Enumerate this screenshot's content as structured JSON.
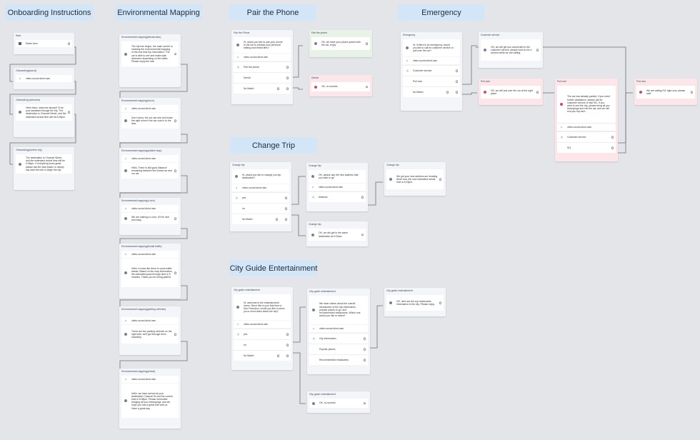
{
  "sections": {
    "onboarding": "Onboarding Instructions",
    "env": "Environmental Mapping",
    "pair": "Pair the Phone",
    "emergency": "Emergency",
    "change": "Change Trip",
    "city": "City Guide Entertainment"
  },
  "onboarding": {
    "start": {
      "title": "Start",
      "text": "Starts here"
    },
    "sound": {
      "title": "Onboarding(sound)",
      "audio": "video-sound-short.wav"
    },
    "welcome": {
      "title": "Onboarding (welcome)",
      "text": "Hello there, welcome aboard! I'll be your assistant through the trip. The destination is Channel Street, and the estimated arrival time will be 6:08pm."
    },
    "confirm": {
      "title": "Onboarding(confirm trip)",
      "text": "The destination is Channel Street, and the estimated arrival time will be 6:08pm. If everything looks great, please tab the start button or simply say start the ride to begin the trip."
    }
  },
  "env": {
    "intro": {
      "title": "Environmental mapping(introduction)",
      "text": "The trip has begun, the main screen is showing the environmental mapping of the real time trip information. The car is able to see and make safe decisions depending on the traffic. Please enjoy the ride."
    },
    "cutin": {
      "title": "Environmental mapping(cut-in)",
      "audio": "video-sound-short.wav",
      "text": "Don't worry, the car can see and make the right move if the car cuts in to the lane."
    },
    "sudden": {
      "title": "Environmental mapping(sudden stop)",
      "audio": "video-sound-short.wav",
      "text": "Hello, There is still good distance remaining between the frontal car and our car."
    },
    "uturn": {
      "title": "Environmental mapping(u-turn)",
      "audio": "video-sound-short.wav",
      "text": "We are making a u-turn, it'll be nice and easy."
    },
    "frontal": {
      "title": "Environmental mapping(frontal traffic)",
      "audio": "video-sound-short.wav",
      "text": "Hello, it looks like there is some traffic ahead. Based on the map information, the estimated pass through time is 5 minutes. Thank you for being patient."
    },
    "parking": {
      "title": "Environmental mapping(parking vehicles)",
      "audio": "video-sound-short.wav",
      "text": "There are two parking vehicles on the right side, we'll get through them smoothly."
    },
    "arrival": {
      "title": "Environmental mapping(arrival)",
      "audio": "video-sound-short.wav",
      "text": "Hello, we have arrived at your destination Channel St and the current time is 6:08pm. Please remember bringing all your belongings, and we hope you had a great ride with us. Have a great day."
    }
  },
  "pair": {
    "main": {
      "title": "Pair the Phone",
      "text": "Hi, would you like to pair your phone to the car to preload your personal setting and media files?",
      "audio": "video-sound-short.wav",
      "opts": [
        "Pair the phone",
        "Denial",
        "No Match"
      ]
    },
    "yes": {
      "title": "Pair the phone",
      "text": "OK, we have your phone paired with the car, enjoy."
    },
    "denial": {
      "title": "Denial",
      "text": "OK, no worries."
    }
  },
  "emergency": {
    "main": {
      "title": "Emergency",
      "text": "Hi, if there is an emergency, would you like to call for customer service or pull over the car?",
      "audio": "video-sound-short.wav",
      "opts": [
        "Customer service",
        "Pull over",
        "No Match"
      ]
    },
    "cs": {
      "title": "Customer service",
      "text": "OK, we will get you connected to the customer service, please hold on for a second while we are calling."
    },
    "po": {
      "title": "Pull over",
      "text": "OK, we will pull over the car at the right place."
    },
    "po2": {
      "title": "Pull over",
      "text": "The car has already parked, if you need further assistance, please call for customer service or dial 911. If you wish to end the trip, please bring all you belongings and exit the car, and we will end you trip here.",
      "audio": "video-sound-short.wav",
      "opts": [
        "Customer service",
        "911"
      ]
    },
    "po3": {
      "title": "Pull over",
      "text": "We are calling 911 right now, please wait."
    }
  },
  "change": {
    "main": {
      "title": "Change trip",
      "text": "Hi, would you like to change you trip destination?",
      "audio": "video-sound-short.wav",
      "opts": [
        "yes",
        "no",
        "No Match"
      ]
    },
    "yes": {
      "title": "Change trip",
      "text": "OK, please say the new address that you wish to go.",
      "audio": "video-sound-short.wav",
      "opts": [
        "Address"
      ]
    },
    "addr": {
      "title": "Change trip",
      "text": "We got your new address are heading there now, the new estimated arrival time is 6:15pm."
    },
    "no": {
      "title": "Change trip",
      "text": "OK, we will get to the same destination at 6:02pm."
    }
  },
  "city": {
    "main": {
      "title": "City guide entertainment",
      "text": "Hi, welcome to the entertainment menu. Since this is your first time in San Francisco, would you like to show you a short video about the city?",
      "audio": "video-sound-short.wav",
      "opts": [
        "yes",
        "no",
        "No Match"
      ]
    },
    "yes": {
      "title": "City guide entertainment",
      "text": "We have videos about the overall introduction of the city information, popular places to go, and recommended restaurants. Which one would you like to select?",
      "audio": "video-sound-short.wav",
      "opts": [
        "City information",
        "Popular places",
        "Recommended restaurants"
      ]
    },
    "top": {
      "title": "City guide entertainment",
      "text": "OK, here are the top restaurants information in the city. Please enjoy."
    },
    "no": {
      "title": "City guide entertainment",
      "text": "OK, no worries."
    }
  }
}
